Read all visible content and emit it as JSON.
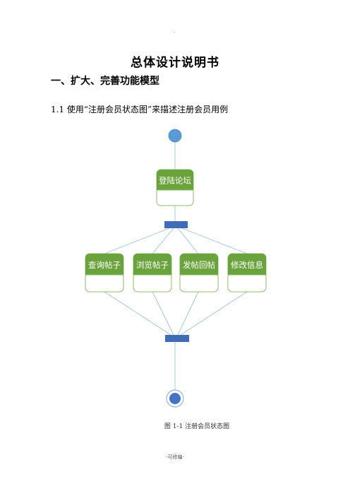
{
  "header": {
    "dot": "."
  },
  "document": {
    "title": "总体设计说明书",
    "section_heading": "一、扩大、完善功能模型",
    "paragraph": "1.1 使用“注册会员状态图”来描述注册会员用例",
    "figure_caption": "图 1-1  注册会员状态图"
  },
  "diagram": {
    "states": {
      "login": "登陆论坛",
      "query": "查询帖子",
      "browse": "浏览帖子",
      "post": "发帖回帖",
      "edit": "修改信息"
    },
    "colors": {
      "state_header": "#6aa23c",
      "state_border": "#8fbc6b",
      "fork_bar": "#3f6cb4",
      "start_node": "#5b9bd5",
      "end_node": "#4472c4",
      "edge": "#9cc3d5"
    }
  },
  "footer": {
    "dot": ".",
    "text": "-可修编-"
  }
}
